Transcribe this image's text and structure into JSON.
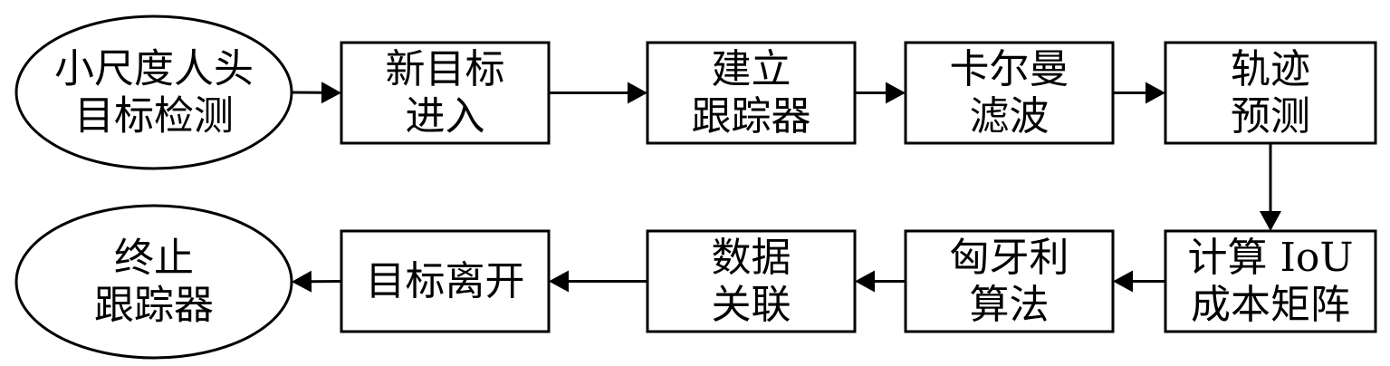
{
  "nodes": [
    {
      "id": "detect",
      "shape": "ellipse",
      "lines": [
        "小尺度人头",
        "目标检测"
      ]
    },
    {
      "id": "new_target",
      "shape": "rect",
      "lines": [
        "新目标",
        "进入"
      ]
    },
    {
      "id": "build_tracker",
      "shape": "rect",
      "lines": [
        "建立",
        "跟踪器"
      ]
    },
    {
      "id": "kalman",
      "shape": "rect",
      "lines": [
        "卡尔曼",
        "滤波"
      ]
    },
    {
      "id": "predict",
      "shape": "rect",
      "lines": [
        "轨迹",
        "预测"
      ]
    },
    {
      "id": "iou",
      "shape": "rect",
      "lines": [
        "计算 IoU",
        "成本矩阵"
      ]
    },
    {
      "id": "hungarian",
      "shape": "rect",
      "lines": [
        "匈牙利",
        "算法"
      ]
    },
    {
      "id": "association",
      "shape": "rect",
      "lines": [
        "数据",
        "关联"
      ]
    },
    {
      "id": "leave",
      "shape": "rect",
      "lines": [
        "目标离开"
      ]
    },
    {
      "id": "terminate",
      "shape": "ellipse",
      "lines": [
        "终止",
        "跟踪器"
      ]
    }
  ],
  "edges": [
    {
      "from": "detect",
      "to": "new_target"
    },
    {
      "from": "new_target",
      "to": "build_tracker"
    },
    {
      "from": "build_tracker",
      "to": "kalman"
    },
    {
      "from": "kalman",
      "to": "predict"
    },
    {
      "from": "predict",
      "to": "iou"
    },
    {
      "from": "iou",
      "to": "hungarian"
    },
    {
      "from": "hungarian",
      "to": "association"
    },
    {
      "from": "association",
      "to": "leave"
    },
    {
      "from": "leave",
      "to": "terminate"
    }
  ]
}
